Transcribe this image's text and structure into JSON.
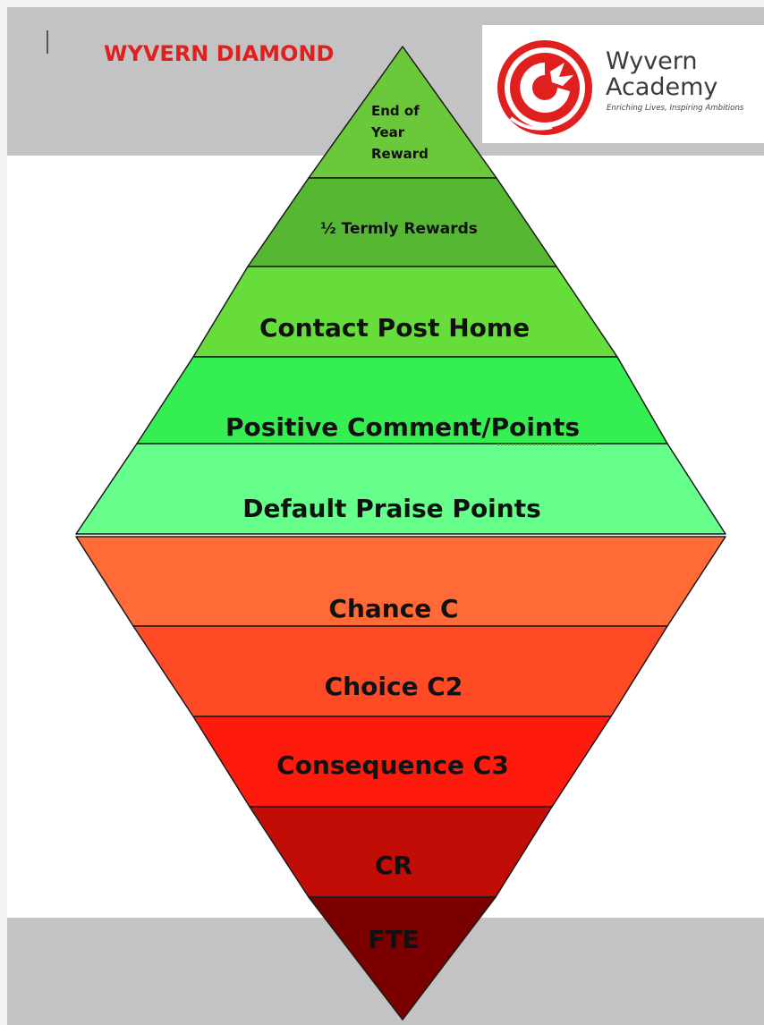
{
  "header": {
    "title": "WYVERN DIAMOND",
    "logo": {
      "name_line1": "Wyvern",
      "name_line2": "Academy",
      "tagline": "Enriching Lives, Inspiring Ambitions",
      "icon": "dragon-emblem-icon"
    }
  },
  "diamond": {
    "rewards": [
      {
        "label_lines": [
          "End of",
          "Year",
          "Reward"
        ],
        "color": "#6cc83b"
      },
      {
        "label": "½ Termly Rewards",
        "color": "#56b832"
      },
      {
        "label": "Contact Post Home",
        "color": "#66dd3a"
      },
      {
        "label": "Positive Comment/Points",
        "color": "#35ee52"
      },
      {
        "label": "Default Praise Points",
        "color": "#66ff8c"
      }
    ],
    "sanctions": [
      {
        "label": "Chance C",
        "color": "#ff6a37"
      },
      {
        "label": "Choice C2",
        "color": "#ff4a26"
      },
      {
        "label": "Consequence C3",
        "color": "#ff1a0e"
      },
      {
        "label": "CR",
        "color": "#c20c06"
      },
      {
        "label": "FTE",
        "color": "#7a0000"
      }
    ]
  },
  "colors": {
    "title": "#e0201f",
    "logo_red": "#e0201f",
    "band": "#c3c3c3",
    "outline": "#1a1a1a"
  }
}
